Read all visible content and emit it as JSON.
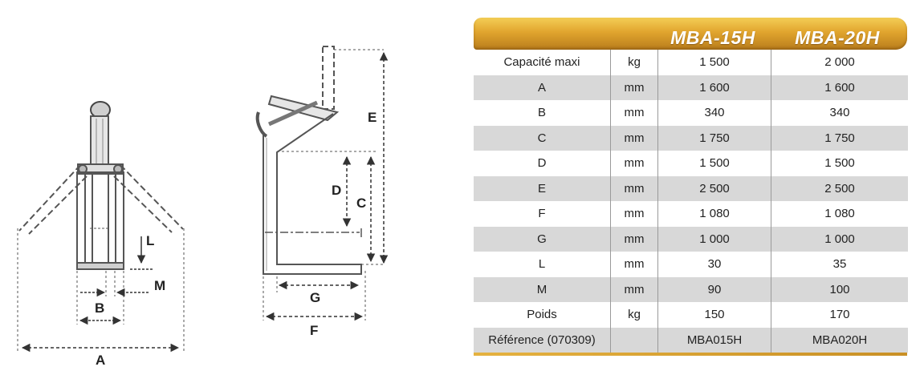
{
  "diagram": {
    "labels": {
      "A": "A",
      "B": "B",
      "L": "L",
      "M": "M",
      "C": "C",
      "D": "D",
      "E": "E",
      "F": "F",
      "G": "G"
    }
  },
  "table": {
    "models": [
      "MBA-15H",
      "MBA-20H"
    ],
    "rows": [
      {
        "label": "Capacité maxi",
        "unit": "kg",
        "v1": "1 500",
        "v2": "2 000"
      },
      {
        "label": "A",
        "unit": "mm",
        "v1": "1 600",
        "v2": "1 600"
      },
      {
        "label": "B",
        "unit": "mm",
        "v1": "340",
        "v2": "340"
      },
      {
        "label": "C",
        "unit": "mm",
        "v1": "1 750",
        "v2": "1 750"
      },
      {
        "label": "D",
        "unit": "mm",
        "v1": "1 500",
        "v2": "1 500"
      },
      {
        "label": "E",
        "unit": "mm",
        "v1": "2 500",
        "v2": "2 500"
      },
      {
        "label": "F",
        "unit": "mm",
        "v1": "1 080",
        "v2": "1 080"
      },
      {
        "label": "G",
        "unit": "mm",
        "v1": "1 000",
        "v2": "1 000"
      },
      {
        "label": "L",
        "unit": "mm",
        "v1": "30",
        "v2": "35"
      },
      {
        "label": "M",
        "unit": "mm",
        "v1": "90",
        "v2": "100"
      },
      {
        "label": "Poids",
        "unit": "kg",
        "v1": "150",
        "v2": "170"
      },
      {
        "label": "Référence (070309)",
        "unit": "",
        "v1": "MBA015H",
        "v2": "MBA020H"
      }
    ]
  }
}
